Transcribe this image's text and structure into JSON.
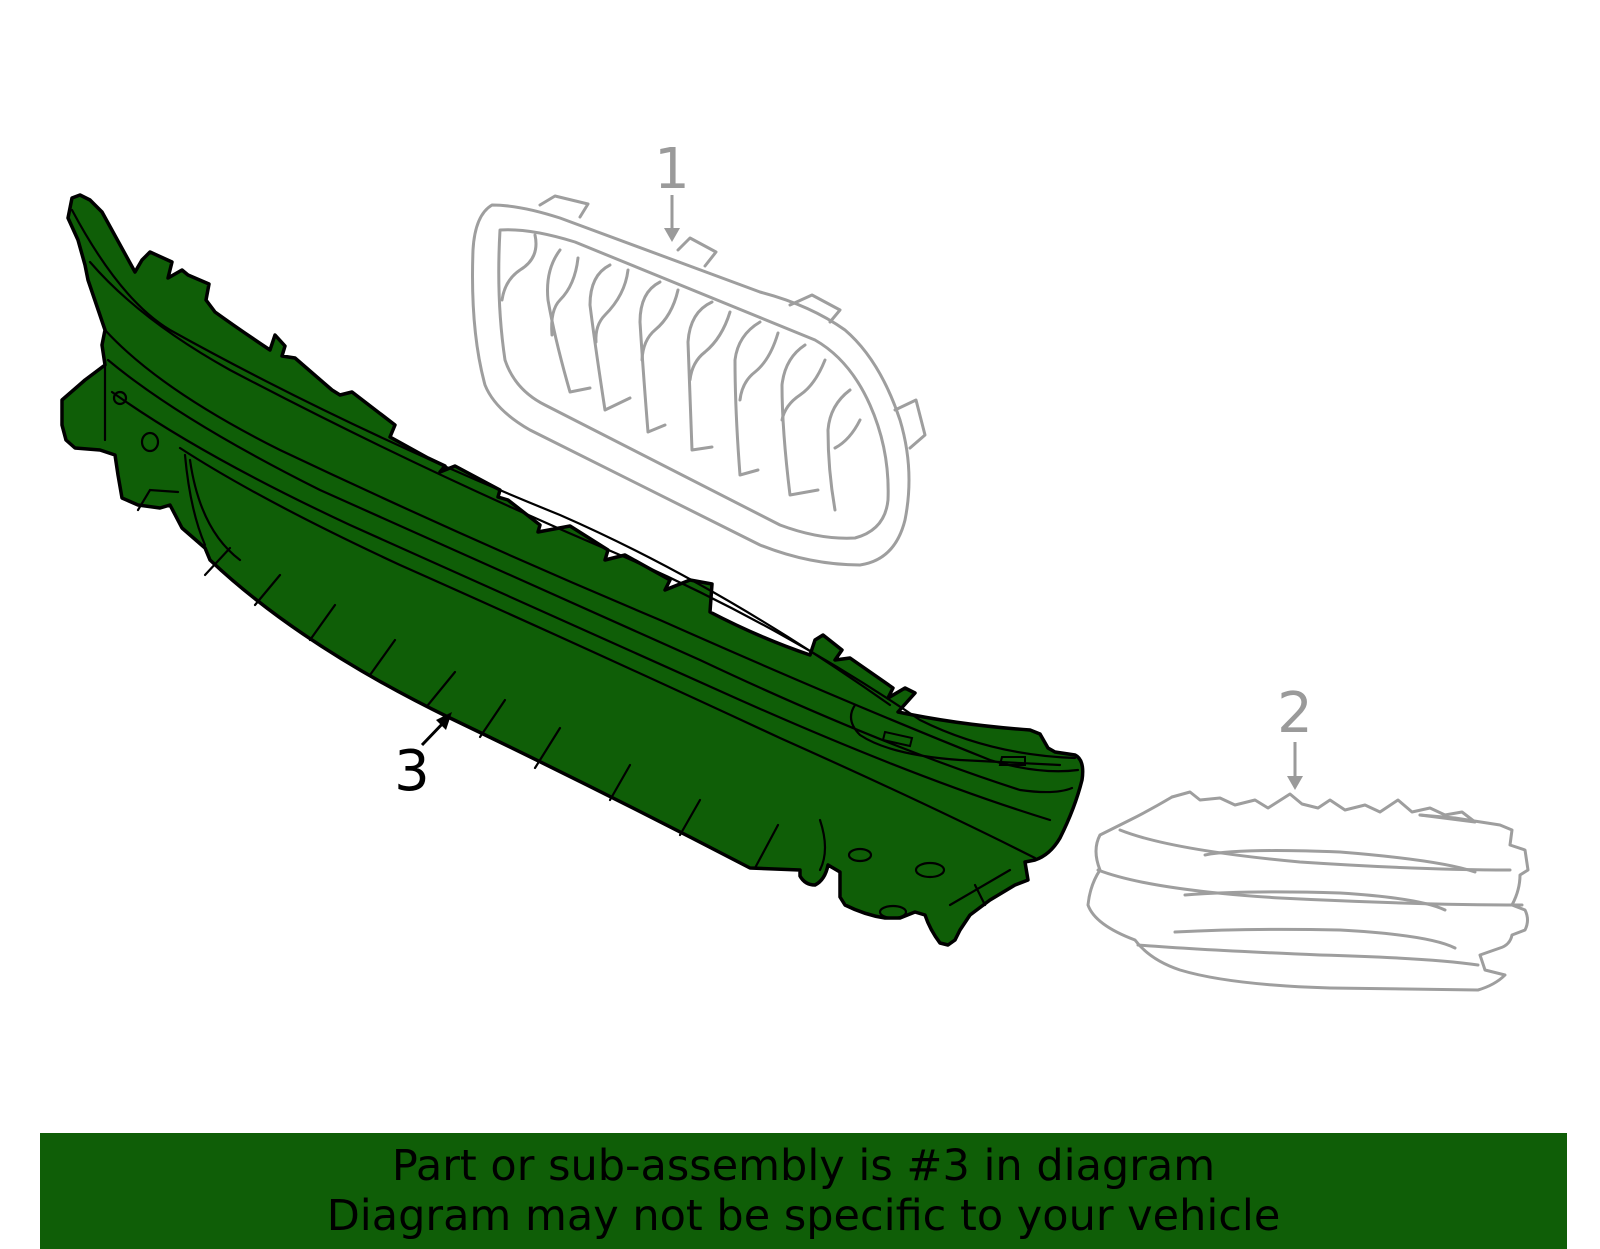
{
  "callouts": {
    "part_1": "1",
    "part_2": "2",
    "part_3": "3"
  },
  "banner": {
    "line1": "Part or sub-assembly is #3 in diagram",
    "line2": "Diagram may not be specific to your vehicle"
  },
  "colors": {
    "highlight_green": "#0f5e07",
    "ghost_grey": "#9e9e9e",
    "outline_black": "#000000",
    "background": "#ffffff"
  },
  "highlighted_part": "3"
}
